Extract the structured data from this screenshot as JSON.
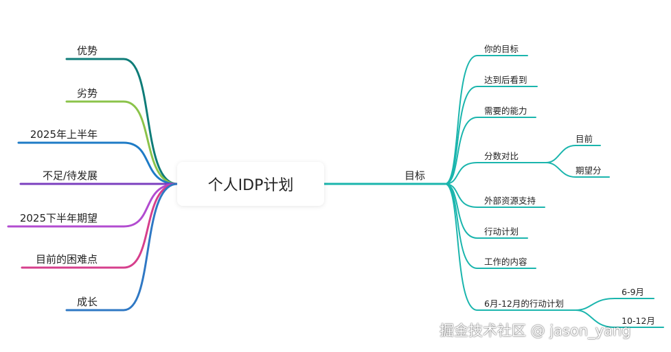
{
  "center": {
    "label": "个人IDP计划"
  },
  "left_branches": [
    {
      "label": "优势",
      "color": "#0e7c78"
    },
    {
      "label": "劣势",
      "color": "#8bc34a"
    },
    {
      "label": "2025年上半年",
      "color": "#1e7bc6"
    },
    {
      "label": "不足/待发展",
      "color": "#7b3fbf"
    },
    {
      "label": "2025下半年期望",
      "color": "#b24bd0"
    },
    {
      "label": "目前的困难点",
      "color": "#d63f8c"
    },
    {
      "label": "成长",
      "color": "#2f78c4"
    }
  ],
  "right_root": {
    "label": "目标",
    "color": "#1ab5ad",
    "children": [
      {
        "label": "你的目标"
      },
      {
        "label": "达到后看到"
      },
      {
        "label": "需要的能力"
      },
      {
        "label": "分数对比",
        "children": [
          {
            "label": "目前"
          },
          {
            "label": "期望分"
          }
        ]
      },
      {
        "label": "外部资源支持"
      },
      {
        "label": "行动计划"
      },
      {
        "label": "工作的内容"
      },
      {
        "label": "6月-12月的行动计划",
        "children": [
          {
            "label": "6-9月"
          },
          {
            "label": "10-12月"
          }
        ]
      }
    ]
  },
  "watermark": "掘金技术社区 @ jason_yang"
}
